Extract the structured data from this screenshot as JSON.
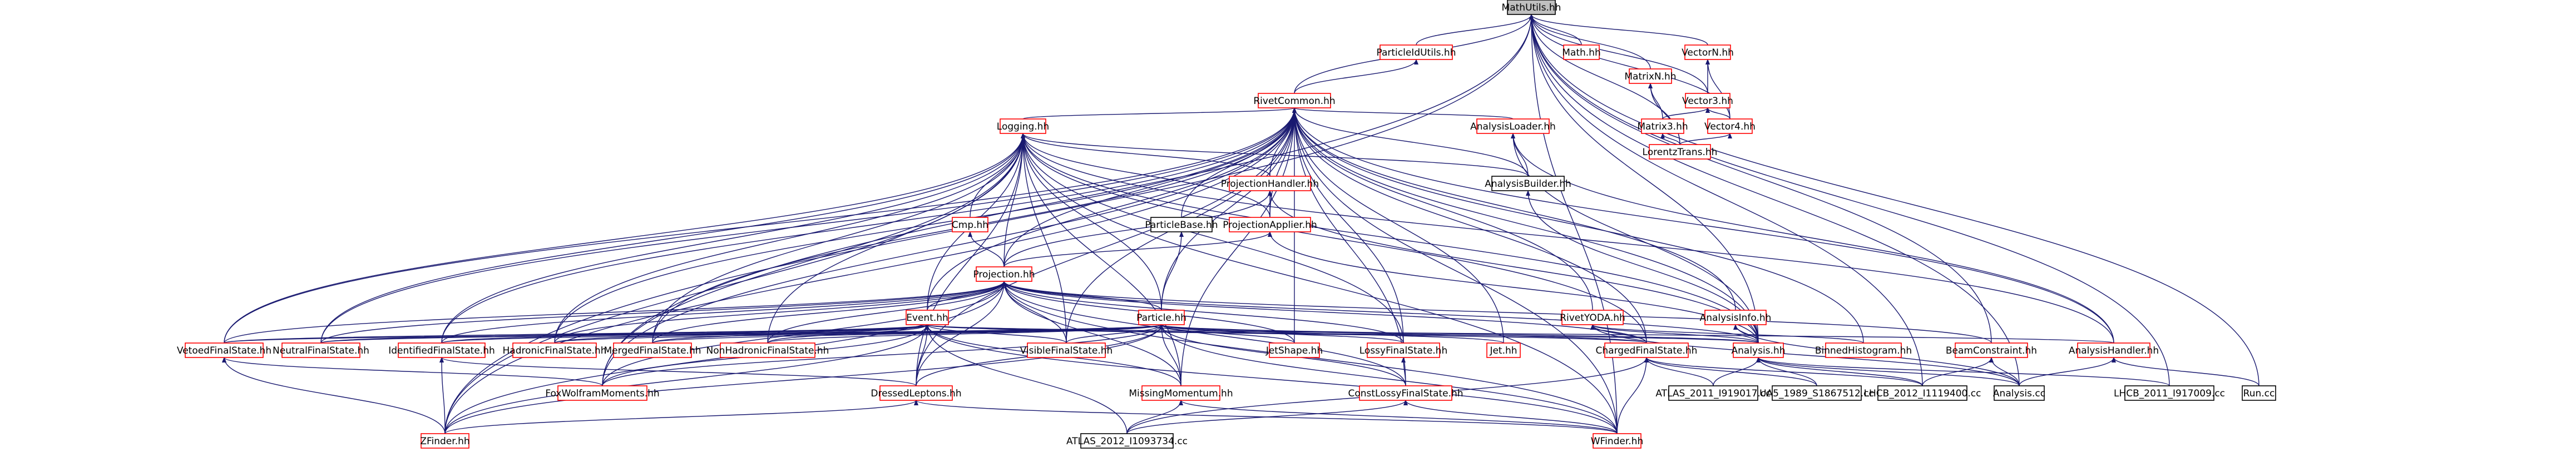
{
  "graph": {
    "colors": {
      "edge": "#191970",
      "linked_border": "#ff0000",
      "plain_border": "#000000",
      "focus_fill": "#bfbfbf"
    },
    "nodes": [
      {
        "id": "MathUtils.hh",
        "label": "MathUtils.hh",
        "style": "focus"
      },
      {
        "id": "ParticleIdUtils.hh",
        "label": "ParticleIdUtils.hh",
        "style": "linked"
      },
      {
        "id": "RivetCommon.hh",
        "label": "RivetCommon.hh",
        "style": "linked"
      },
      {
        "id": "Math.hh",
        "label": "Math.hh",
        "style": "linked"
      },
      {
        "id": "MatrixN.hh",
        "label": "MatrixN.hh",
        "style": "linked"
      },
      {
        "id": "VectorN.hh",
        "label": "VectorN.hh",
        "style": "linked"
      },
      {
        "id": "Vector3.hh",
        "label": "Vector3.hh",
        "style": "linked"
      },
      {
        "id": "Matrix3.hh",
        "label": "Matrix3.hh",
        "style": "linked"
      },
      {
        "id": "Vector4.hh",
        "label": "Vector4.hh",
        "style": "linked"
      },
      {
        "id": "LorentzTrans.hh",
        "label": "LorentzTrans.hh",
        "style": "linked"
      },
      {
        "id": "Logging.hh",
        "label": "Logging.hh",
        "style": "linked"
      },
      {
        "id": "AnalysisLoader.hh",
        "label": "AnalysisLoader.hh",
        "style": "linked"
      },
      {
        "id": "ProjectionHandler.hh",
        "label": "ProjectionHandler.hh",
        "style": "linked"
      },
      {
        "id": "AnalysisBuilder.hh",
        "label": "AnalysisBuilder.hh",
        "style": "plain"
      },
      {
        "id": "Cmp.hh",
        "label": "Cmp.hh",
        "style": "linked"
      },
      {
        "id": "ParticleBase.hh",
        "label": "ParticleBase.hh",
        "style": "plain"
      },
      {
        "id": "ProjectionApplier.hh",
        "label": "ProjectionApplier.hh",
        "style": "linked"
      },
      {
        "id": "Projection.hh",
        "label": "Projection.hh",
        "style": "linked"
      },
      {
        "id": "Event.hh",
        "label": "Event.hh",
        "style": "linked"
      },
      {
        "id": "Particle.hh",
        "label": "Particle.hh",
        "style": "linked"
      },
      {
        "id": "RivetYODA.hh",
        "label": "RivetYODA.hh",
        "style": "linked"
      },
      {
        "id": "AnalysisInfo.hh",
        "label": "AnalysisInfo.hh",
        "style": "linked"
      },
      {
        "id": "VetoedFinalState.hh",
        "label": "VetoedFinalState.hh",
        "style": "linked"
      },
      {
        "id": "NeutralFinalState.hh",
        "label": "NeutralFinalState.hh",
        "style": "linked"
      },
      {
        "id": "IdentifiedFinalState.hh",
        "label": "IdentifiedFinalState.hh",
        "style": "linked"
      },
      {
        "id": "HadronicFinalState.hh",
        "label": "HadronicFinalState.hh",
        "style": "linked"
      },
      {
        "id": "MergedFinalState.hh",
        "label": "MergedFinalState.hh",
        "style": "linked"
      },
      {
        "id": "NonHadronicFinalState.hh",
        "label": "NonHadronicFinalState.hh",
        "style": "linked"
      },
      {
        "id": "VisibleFinalState.hh",
        "label": "VisibleFinalState.hh",
        "style": "linked"
      },
      {
        "id": "JetShape.hh",
        "label": "JetShape.hh",
        "style": "linked"
      },
      {
        "id": "LossyFinalState.hh",
        "label": "LossyFinalState.hh",
        "style": "linked"
      },
      {
        "id": "Jet.hh",
        "label": "Jet.hh",
        "style": "linked"
      },
      {
        "id": "ChargedFinalState.hh",
        "label": "ChargedFinalState.hh",
        "style": "linked"
      },
      {
        "id": "Analysis.hh",
        "label": "Analysis.hh",
        "style": "linked"
      },
      {
        "id": "BinnedHistogram.hh",
        "label": "BinnedHistogram.hh",
        "style": "linked"
      },
      {
        "id": "BeamConstraint.hh",
        "label": "BeamConstraint.hh",
        "style": "linked"
      },
      {
        "id": "AnalysisHandler.hh",
        "label": "AnalysisHandler.hh",
        "style": "linked"
      },
      {
        "id": "FoxWolframMoments.hh",
        "label": "FoxWolframMoments.hh",
        "style": "linked"
      },
      {
        "id": "DressedLeptons.hh",
        "label": "DressedLeptons.hh",
        "style": "linked"
      },
      {
        "id": "MissingMomentum.hh",
        "label": "MissingMomentum.hh",
        "style": "linked"
      },
      {
        "id": "ConstLossyFinalState.hh",
        "label": "ConstLossyFinalState.hh",
        "style": "linked"
      },
      {
        "id": "ATLAS_2011_I919017.cc",
        "label": "ATLAS_2011_I919017.cc",
        "style": "plain"
      },
      {
        "id": "UA5_1989_S1867512.cc",
        "label": "UA5_1989_S1867512.cc",
        "style": "plain"
      },
      {
        "id": "LHCB_2012_I1119400.cc",
        "label": "LHCB_2012_I1119400.cc",
        "style": "plain"
      },
      {
        "id": "Analysis.cc",
        "label": "Analysis.cc",
        "style": "plain"
      },
      {
        "id": "LHCB_2011_I917009.cc",
        "label": "LHCB_2011_I917009.cc",
        "style": "plain"
      },
      {
        "id": "Run.cc",
        "label": "Run.cc",
        "style": "plain"
      },
      {
        "id": "ZFinder.hh",
        "label": "ZFinder.hh",
        "style": "linked"
      },
      {
        "id": "ATLAS_2012_I1093734.cc",
        "label": "ATLAS_2012_I1093734.cc",
        "style": "plain"
      },
      {
        "id": "WFinder.hh",
        "label": "WFinder.hh",
        "style": "linked"
      }
    ],
    "edges": [
      [
        "MathUtils.hh",
        "ParticleIdUtils.hh"
      ],
      [
        "MathUtils.hh",
        "RivetCommon.hh"
      ],
      [
        "MathUtils.hh",
        "Math.hh"
      ],
      [
        "MathUtils.hh",
        "MatrixN.hh"
      ],
      [
        "MathUtils.hh",
        "VectorN.hh"
      ],
      [
        "MathUtils.hh",
        "Vector3.hh"
      ],
      [
        "MathUtils.hh",
        "Vector4.hh"
      ],
      [
        "MathUtils.hh",
        "LorentzTrans.hh"
      ],
      [
        "MathUtils.hh",
        "Analysis.hh"
      ],
      [
        "MathUtils.hh",
        "Analysis.cc"
      ],
      [
        "MathUtils.hh",
        "LHCB_2011_I917009.cc"
      ],
      [
        "MathUtils.hh",
        "Run.cc"
      ],
      [
        "MathUtils.hh",
        "LHCB_2012_I1119400.cc"
      ],
      [
        "MathUtils.hh",
        "WFinder.hh"
      ],
      [
        "MathUtils.hh",
        "FoxWolframMoments.hh"
      ],
      [
        "MathUtils.hh",
        "ZFinder.hh"
      ],
      [
        "MathUtils.hh",
        "BeamConstraint.hh"
      ],
      [
        "ParticleIdUtils.hh",
        "RivetCommon.hh"
      ],
      [
        "VectorN.hh",
        "Vector3.hh"
      ],
      [
        "VectorN.hh",
        "Vector4.hh"
      ],
      [
        "Vector3.hh",
        "Matrix3.hh"
      ],
      [
        "Vector3.hh",
        "Vector4.hh"
      ],
      [
        "MatrixN.hh",
        "Matrix3.hh"
      ],
      [
        "MatrixN.hh",
        "LorentzTrans.hh"
      ],
      [
        "Vector4.hh",
        "LorentzTrans.hh"
      ],
      [
        "Matrix3.hh",
        "LorentzTrans.hh"
      ],
      [
        "RivetCommon.hh",
        "Logging.hh"
      ],
      [
        "RivetCommon.hh",
        "AnalysisLoader.hh"
      ],
      [
        "RivetCommon.hh",
        "ProjectionHandler.hh"
      ],
      [
        "RivetCommon.hh",
        "AnalysisBuilder.hh"
      ],
      [
        "RivetCommon.hh",
        "Projection.hh"
      ],
      [
        "RivetCommon.hh",
        "Event.hh"
      ],
      [
        "RivetCommon.hh",
        "Particle.hh"
      ],
      [
        "RivetCommon.hh",
        "ParticleBase.hh"
      ],
      [
        "RivetCommon.hh",
        "RivetYODA.hh"
      ],
      [
        "RivetCommon.hh",
        "AnalysisInfo.hh"
      ],
      [
        "RivetCommon.hh",
        "AnalysisHandler.hh"
      ],
      [
        "RivetCommon.hh",
        "Analysis.hh"
      ],
      [
        "RivetCommon.hh",
        "BinnedHistogram.hh"
      ],
      [
        "RivetCommon.hh",
        "ChargedFinalState.hh"
      ],
      [
        "RivetCommon.hh",
        "Jet.hh"
      ],
      [
        "RivetCommon.hh",
        "JetShape.hh"
      ],
      [
        "RivetCommon.hh",
        "LossyFinalState.hh"
      ],
      [
        "RivetCommon.hh",
        "VetoedFinalState.hh"
      ],
      [
        "RivetCommon.hh",
        "IdentifiedFinalState.hh"
      ],
      [
        "RivetCommon.hh",
        "HadronicFinalState.hh"
      ],
      [
        "RivetCommon.hh",
        "NeutralFinalState.hh"
      ],
      [
        "RivetCommon.hh",
        "MergedFinalState.hh"
      ],
      [
        "RivetCommon.hh",
        "VisibleFinalState.hh"
      ],
      [
        "RivetCommon.hh",
        "MissingMomentum.hh"
      ],
      [
        "RivetCommon.hh",
        "DressedLeptons.hh"
      ],
      [
        "RivetCommon.hh",
        "ZFinder.hh"
      ],
      [
        "RivetCommon.hh",
        "WFinder.hh"
      ],
      [
        "RivetCommon.hh",
        "ProjectionApplier.hh"
      ],
      [
        "RivetCommon.hh",
        "ConstLossyFinalState.hh"
      ],
      [
        "RivetCommon.hh",
        "FoxWolframMoments.hh"
      ],
      [
        "Logging.hh",
        "Cmp.hh"
      ],
      [
        "Logging.hh",
        "ProjectionHandler.hh"
      ],
      [
        "Logging.hh",
        "ProjectionApplier.hh"
      ],
      [
        "Logging.hh",
        "Projection.hh"
      ],
      [
        "Logging.hh",
        "Event.hh"
      ],
      [
        "Logging.hh",
        "Particle.hh"
      ],
      [
        "Logging.hh",
        "AnalysisBuilder.hh"
      ],
      [
        "Logging.hh",
        "Analysis.hh"
      ],
      [
        "Logging.hh",
        "AnalysisHandler.hh"
      ],
      [
        "Logging.hh",
        "ChargedFinalState.hh"
      ],
      [
        "Logging.hh",
        "VetoedFinalState.hh"
      ],
      [
        "Logging.hh",
        "NeutralFinalState.hh"
      ],
      [
        "Logging.hh",
        "IdentifiedFinalState.hh"
      ],
      [
        "Logging.hh",
        "HadronicFinalState.hh"
      ],
      [
        "Logging.hh",
        "MergedFinalState.hh"
      ],
      [
        "Logging.hh",
        "NonHadronicFinalState.hh"
      ],
      [
        "Logging.hh",
        "VisibleFinalState.hh"
      ],
      [
        "Logging.hh",
        "LossyFinalState.hh"
      ],
      [
        "Logging.hh",
        "MissingMomentum.hh"
      ],
      [
        "Logging.hh",
        "ZFinder.hh"
      ],
      [
        "Logging.hh",
        "WFinder.hh"
      ],
      [
        "Logging.hh",
        "DressedLeptons.hh"
      ],
      [
        "Logging.hh",
        "FoxWolframMoments.hh"
      ],
      [
        "AnalysisLoader.hh",
        "AnalysisBuilder.hh"
      ],
      [
        "AnalysisLoader.hh",
        "Analysis.hh"
      ],
      [
        "AnalysisLoader.hh",
        "AnalysisHandler.hh"
      ],
      [
        "ProjectionHandler.hh",
        "ProjectionApplier.hh"
      ],
      [
        "ProjectionHandler.hh",
        "Projection.hh"
      ],
      [
        "ProjectionHandler.hh",
        "Analysis.hh"
      ],
      [
        "AnalysisBuilder.hh",
        "Analysis.hh"
      ],
      [
        "Cmp.hh",
        "Projection.hh"
      ],
      [
        "ParticleBase.hh",
        "Particle.hh"
      ],
      [
        "ProjectionApplier.hh",
        "Projection.hh"
      ],
      [
        "ProjectionApplier.hh",
        "Analysis.hh"
      ],
      [
        "Projection.hh",
        "Event.hh"
      ],
      [
        "Projection.hh",
        "Particle.hh"
      ],
      [
        "Projection.hh",
        "VetoedFinalState.hh"
      ],
      [
        "Projection.hh",
        "NeutralFinalState.hh"
      ],
      [
        "Projection.hh",
        "IdentifiedFinalState.hh"
      ],
      [
        "Projection.hh",
        "HadronicFinalState.hh"
      ],
      [
        "Projection.hh",
        "MergedFinalState.hh"
      ],
      [
        "Projection.hh",
        "NonHadronicFinalState.hh"
      ],
      [
        "Projection.hh",
        "VisibleFinalState.hh"
      ],
      [
        "Projection.hh",
        "JetShape.hh"
      ],
      [
        "Projection.hh",
        "LossyFinalState.hh"
      ],
      [
        "Projection.hh",
        "ChargedFinalState.hh"
      ],
      [
        "Projection.hh",
        "Analysis.hh"
      ],
      [
        "Projection.hh",
        "BeamConstraint.hh"
      ],
      [
        "Projection.hh",
        "FoxWolframMoments.hh"
      ],
      [
        "Projection.hh",
        "DressedLeptons.hh"
      ],
      [
        "Projection.hh",
        "MissingMomentum.hh"
      ],
      [
        "Projection.hh",
        "ConstLossyFinalState.hh"
      ],
      [
        "Projection.hh",
        "ZFinder.hh"
      ],
      [
        "Projection.hh",
        "WFinder.hh"
      ],
      [
        "Event.hh",
        "VetoedFinalState.hh"
      ],
      [
        "Event.hh",
        "NeutralFinalState.hh"
      ],
      [
        "Event.hh",
        "IdentifiedFinalState.hh"
      ],
      [
        "Event.hh",
        "HadronicFinalState.hh"
      ],
      [
        "Event.hh",
        "MergedFinalState.hh"
      ],
      [
        "Event.hh",
        "NonHadronicFinalState.hh"
      ],
      [
        "Event.hh",
        "VisibleFinalState.hh"
      ],
      [
        "Event.hh",
        "FoxWolframMoments.hh"
      ],
      [
        "Event.hh",
        "DressedLeptons.hh"
      ],
      [
        "Event.hh",
        "MissingMomentum.hh"
      ],
      [
        "Event.hh",
        "ZFinder.hh"
      ],
      [
        "Event.hh",
        "WFinder.hh"
      ],
      [
        "Event.hh",
        "ChargedFinalState.hh"
      ],
      [
        "Event.hh",
        "Analysis.hh"
      ],
      [
        "Event.hh",
        "AnalysisHandler.hh"
      ],
      [
        "Event.hh",
        "ATLAS_2012_I1093734.cc"
      ],
      [
        "Particle.hh",
        "VetoedFinalState.hh"
      ],
      [
        "Particle.hh",
        "NeutralFinalState.hh"
      ],
      [
        "Particle.hh",
        "IdentifiedFinalState.hh"
      ],
      [
        "Particle.hh",
        "HadronicFinalState.hh"
      ],
      [
        "Particle.hh",
        "MergedFinalState.hh"
      ],
      [
        "Particle.hh",
        "NonHadronicFinalState.hh"
      ],
      [
        "Particle.hh",
        "VisibleFinalState.hh"
      ],
      [
        "Particle.hh",
        "JetShape.hh"
      ],
      [
        "Particle.hh",
        "LossyFinalState.hh"
      ],
      [
        "Particle.hh",
        "Jet.hh"
      ],
      [
        "Particle.hh",
        "ChargedFinalState.hh"
      ],
      [
        "Particle.hh",
        "Analysis.hh"
      ],
      [
        "Particle.hh",
        "FoxWolframMoments.hh"
      ],
      [
        "Particle.hh",
        "DressedLeptons.hh"
      ],
      [
        "Particle.hh",
        "MissingMomentum.hh"
      ],
      [
        "Particle.hh",
        "ConstLossyFinalState.hh"
      ],
      [
        "Particle.hh",
        "ZFinder.hh"
      ],
      [
        "Particle.hh",
        "WFinder.hh"
      ],
      [
        "RivetYODA.hh",
        "Analysis.hh"
      ],
      [
        "RivetYODA.hh",
        "BinnedHistogram.hh"
      ],
      [
        "RivetYODA.hh",
        "Analysis.cc"
      ],
      [
        "RivetYODA.hh",
        "ChargedFinalState.hh"
      ],
      [
        "AnalysisInfo.hh",
        "Analysis.hh"
      ],
      [
        "AnalysisInfo.hh",
        "Analysis.cc"
      ],
      [
        "AnalysisHandler.hh",
        "Analysis.cc"
      ],
      [
        "AnalysisHandler.hh",
        "Run.cc"
      ],
      [
        "Analysis.hh",
        "ATLAS_2011_I919017.cc"
      ],
      [
        "Analysis.hh",
        "UA5_1989_S1867512.cc"
      ],
      [
        "Analysis.hh",
        "LHCB_2012_I1119400.cc"
      ],
      [
        "Analysis.hh",
        "Analysis.cc"
      ],
      [
        "Analysis.hh",
        "LHCB_2011_I917009.cc"
      ],
      [
        "ChargedFinalState.hh",
        "ATLAS_2011_I919017.cc"
      ],
      [
        "ChargedFinalState.hh",
        "UA5_1989_S1867512.cc"
      ],
      [
        "ChargedFinalState.hh",
        "LHCB_2012_I1119400.cc"
      ],
      [
        "ChargedFinalState.hh",
        "WFinder.hh"
      ],
      [
        "ChargedFinalState.hh",
        "ATLAS_2012_I1093734.cc"
      ],
      [
        "BeamConstraint.hh",
        "LHCB_2012_I1119400.cc"
      ],
      [
        "BeamConstraint.hh",
        "Analysis.cc"
      ],
      [
        "LossyFinalState.hh",
        "ConstLossyFinalState.hh"
      ],
      [
        "VetoedFinalState.hh",
        "FoxWolframMoments.hh"
      ],
      [
        "VetoedFinalState.hh",
        "ZFinder.hh"
      ],
      [
        "IdentifiedFinalState.hh",
        "DressedLeptons.hh"
      ],
      [
        "IdentifiedFinalState.hh",
        "ZFinder.hh"
      ],
      [
        "DressedLeptons.hh",
        "ZFinder.hh"
      ],
      [
        "DressedLeptons.hh",
        "WFinder.hh"
      ],
      [
        "MissingMomentum.hh",
        "ATLAS_2012_I1093734.cc"
      ],
      [
        "MissingMomentum.hh",
        "WFinder.hh"
      ],
      [
        "ConstLossyFinalState.hh",
        "WFinder.hh"
      ],
      [
        "ConstLossyFinalState.hh",
        "ATLAS_2012_I1093734.cc"
      ]
    ]
  }
}
